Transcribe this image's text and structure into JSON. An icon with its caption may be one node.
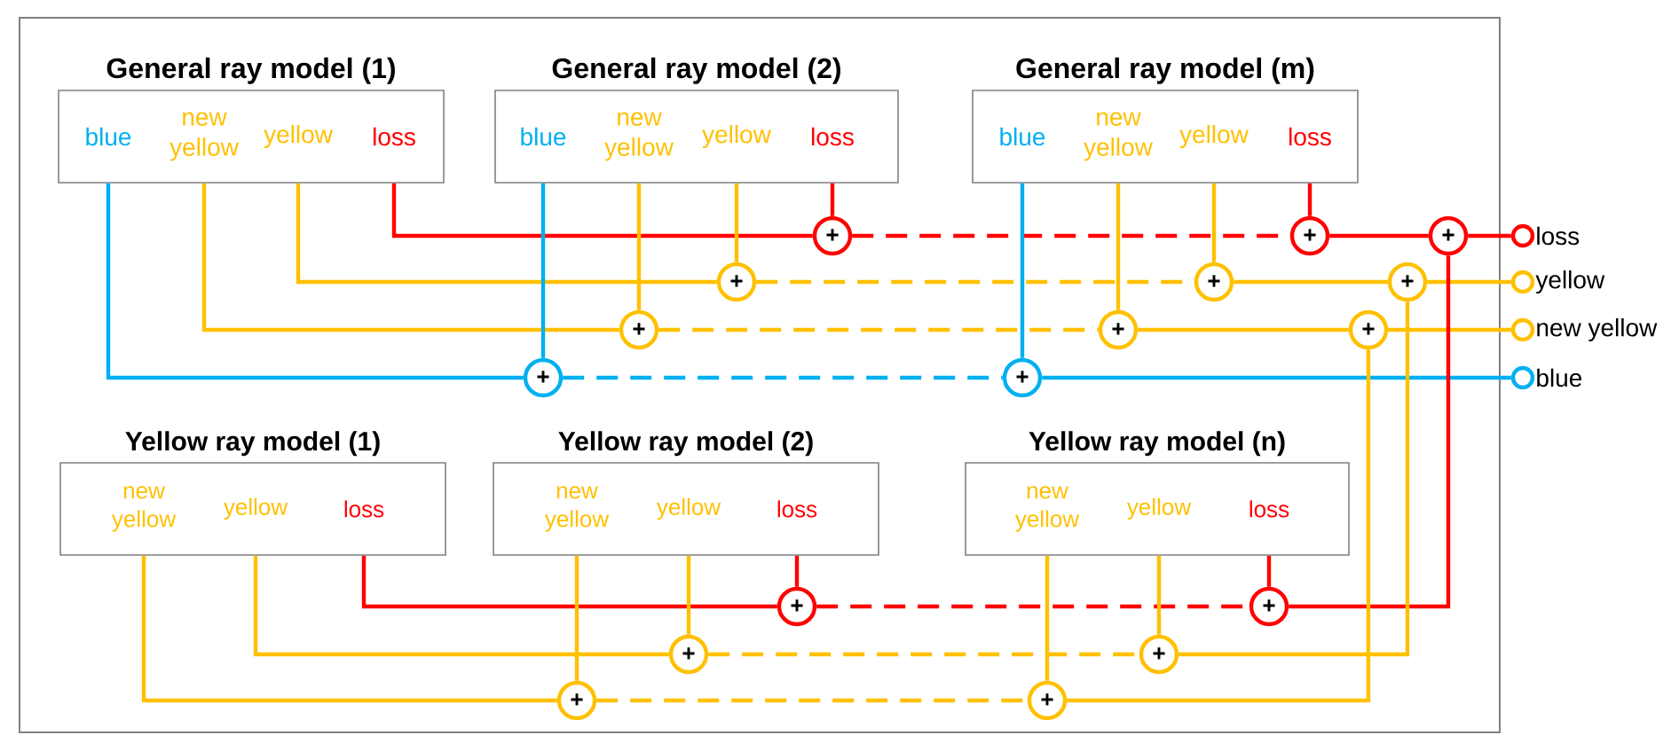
{
  "diagram": {
    "nodes": [
      {
        "text": [
          "General ray model (1)",
          "blue",
          "new yellow",
          "yellow",
          "loss"
        ]
      },
      {
        "text": [
          "General ray model (2)",
          "blue",
          "new yellow",
          "yellow",
          "loss"
        ]
      },
      {
        "text": [
          "General ray model (m)",
          "blue",
          "new yellow",
          "yellow",
          "loss"
        ]
      },
      {
        "text": [
          "Yellow ray model (1)",
          "new yellow",
          "yellow",
          "loss"
        ]
      },
      {
        "text": [
          "Yellow ray model (2)",
          "new yellow",
          "yellow",
          "loss"
        ]
      },
      {
        "text": [
          "Yellow ray model (n)",
          "new yellow",
          "yellow",
          "loss"
        ]
      },
      {
        "text": [
          "+"
        ]
      },
      {
        "text": [
          "+"
        ]
      },
      {
        "text": [
          "+"
        ]
      },
      {
        "text": [
          "+"
        ]
      },
      {
        "text": [
          "+"
        ]
      },
      {
        "text": [
          "+"
        ]
      },
      {
        "text": [
          "+"
        ]
      },
      {
        "text": [
          "+"
        ]
      },
      {
        "text": [
          "+"
        ]
      },
      {
        "text": [
          "+"
        ]
      },
      {
        "text": [
          "+"
        ]
      },
      {
        "text": [
          "+"
        ]
      },
      {
        "text": [
          "+"
        ]
      },
      {
        "text": [
          "+"
        ]
      },
      {
        "text": [
          "+"
        ]
      },
      {
        "text": [
          "+"
        ]
      },
      {
        "text": [
          "+"
        ]
      },
      {
        "text": [],
        "shape": "circle",
        "beside": [
          "loss"
        ]
      },
      {
        "text": [],
        "shape": "circle",
        "beside": [
          "yellow"
        ]
      },
      {
        "text": [],
        "shape": "circle",
        "beside": [
          "new yellow"
        ]
      },
      {
        "text": [],
        "shape": "circle",
        "beside": [
          "blue"
        ]
      }
    ],
    "edges": [
      {
        "from": 0,
        "to": 6,
        "arrow": "none",
        "color": "#ff0000"
      },
      {
        "from": 1,
        "to": 6,
        "arrow": "none",
        "color": "#ff0000"
      },
      {
        "from": 6,
        "to": 7,
        "arrow": "none",
        "color": "#ff0000",
        "style": "dashed"
      },
      {
        "from": 2,
        "to": 7,
        "arrow": "none",
        "color": "#ff0000"
      },
      {
        "from": 7,
        "to": 8,
        "arrow": "none",
        "color": "#ff0000"
      },
      {
        "from": 8,
        "to": 23,
        "arrow": "none",
        "color": "#ff0000"
      },
      {
        "from": 0,
        "to": 9,
        "arrow": "none"
      },
      {
        "from": 1,
        "to": 9,
        "arrow": "none"
      },
      {
        "from": 9,
        "to": 10,
        "arrow": "none",
        "style": "dashed"
      },
      {
        "from": 2,
        "to": 10,
        "arrow": "none"
      },
      {
        "from": 10,
        "to": 11,
        "arrow": "none"
      },
      {
        "from": 11,
        "to": 24,
        "arrow": "none"
      },
      {
        "from": 0,
        "to": 12,
        "arrow": "none"
      },
      {
        "from": 1,
        "to": 12,
        "arrow": "none"
      },
      {
        "from": 12,
        "to": 13,
        "arrow": "none",
        "style": "dashed"
      },
      {
        "from": 2,
        "to": 13,
        "arrow": "none"
      },
      {
        "from": 13,
        "to": 14,
        "arrow": "none"
      },
      {
        "from": 14,
        "to": 25,
        "arrow": "none"
      },
      {
        "from": 0,
        "to": 15,
        "arrow": "none",
        "color": "#00b0f0"
      },
      {
        "from": 1,
        "to": 15,
        "arrow": "none",
        "color": "#00b0f0"
      },
      {
        "from": 15,
        "to": 16,
        "arrow": "none",
        "color": "#00b0f0",
        "style": "dashed"
      },
      {
        "from": 2,
        "to": 16,
        "arrow": "none",
        "color": "#00b0f0"
      },
      {
        "from": 16,
        "to": 26,
        "arrow": "none",
        "color": "#00b0f0"
      },
      {
        "from": 3,
        "to": 17,
        "arrow": "none",
        "color": "#ff0000"
      },
      {
        "from": 4,
        "to": 17,
        "arrow": "none",
        "color": "#ff0000"
      },
      {
        "from": 17,
        "to": 18,
        "arrow": "none",
        "color": "#ff0000",
        "style": "dashed"
      },
      {
        "from": 5,
        "to": 18,
        "arrow": "none",
        "color": "#ff0000"
      },
      {
        "from": 18,
        "to": 8,
        "arrow": "none",
        "color": "#ff0000"
      },
      {
        "from": 3,
        "to": 19,
        "arrow": "none"
      },
      {
        "from": 4,
        "to": 19,
        "arrow": "none"
      },
      {
        "from": 19,
        "to": 20,
        "arrow": "none",
        "style": "dashed"
      },
      {
        "from": 5,
        "to": 20,
        "arrow": "none"
      },
      {
        "from": 20,
        "to": 11,
        "arrow": "none"
      },
      {
        "from": 3,
        "to": 21,
        "arrow": "none"
      },
      {
        "from": 4,
        "to": 21,
        "arrow": "none"
      },
      {
        "from": 21,
        "to": 22,
        "arrow": "none",
        "style": "dashed"
      },
      {
        "from": 5,
        "to": 22,
        "arrow": "none"
      },
      {
        "from": 22,
        "to": 14,
        "arrow": "none"
      }
    ]
  }
}
